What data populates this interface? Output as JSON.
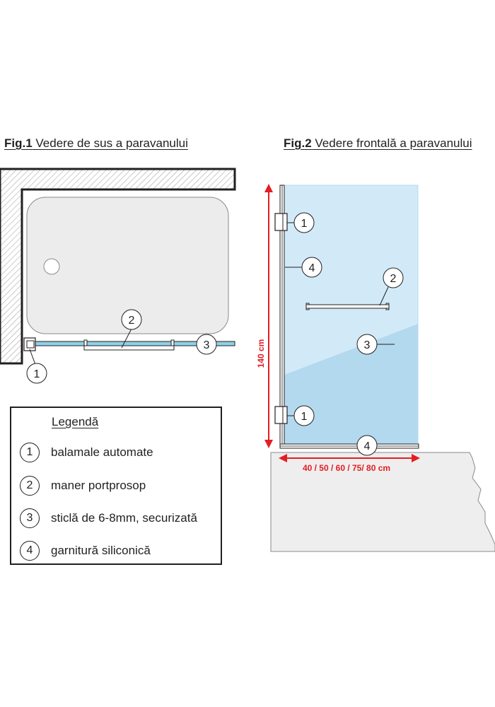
{
  "fig1": {
    "title_prefix": "Fig.1",
    "title_text": " Vedere de sus a paravanului",
    "callouts": [
      "1",
      "2",
      "3"
    ]
  },
  "fig2": {
    "title_prefix": "Fig.2",
    "title_text": " Vedere frontală a paravanului",
    "callouts": [
      "1",
      "4",
      "2",
      "3",
      "1",
      "4"
    ],
    "height_label": "140 cm",
    "width_label": "40 / 50 / 60 / 75/ 80 cm"
  },
  "legend": {
    "title": "Legendă",
    "items": [
      {
        "num": "1",
        "text": "balamale automate"
      },
      {
        "num": "2",
        "text": "maner portprosop"
      },
      {
        "num": "3",
        "text": "sticlă de 6-8mm, securizată"
      },
      {
        "num": "4",
        "text": "garnitură siliconică"
      }
    ]
  },
  "colors": {
    "glass_light": "#d2eaf8",
    "glass_dark": "#b3d9ef",
    "glass_edge": "#8fd1e6",
    "tub": "#ececec",
    "wall_hatch": "#999999",
    "counter": "#eeeeee",
    "dimension_red": "#e31e24",
    "line": "#231f20"
  }
}
